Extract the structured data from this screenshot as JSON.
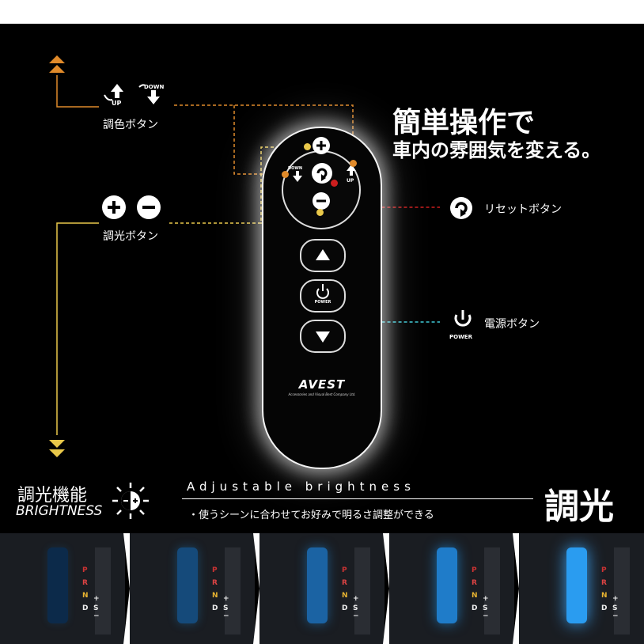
{
  "headline": {
    "line1": "簡単操作で",
    "line2": "車内の雰囲気を変える。"
  },
  "labels": {
    "color_button": "調色ボタン",
    "dimmer_button": "調光ボタン",
    "reset_button": "リセットボタン",
    "power_button": "電源ボタン"
  },
  "icons": {
    "up": "UP",
    "down": "DOWN",
    "power": "POWER"
  },
  "remote": {
    "brand": "AVEST",
    "brand_sub": "Accessories and Visual Best Company Ltd.",
    "power_text": "POWER",
    "down_small": "DOWN",
    "up_small": "UP"
  },
  "brightness": {
    "title_jp": "調光機能",
    "title_en": "BRIGHTNESS",
    "subtitle": "Adjustable brightness",
    "description": "・使うシーンに合わせてお好みで明るさ調整ができる",
    "big_title": "調光"
  },
  "gear_panels": [
    {
      "p": "P",
      "r": "R",
      "n": "N",
      "d": "D",
      "s": "S",
      "plus": "+",
      "minus": "−"
    },
    {
      "p": "P",
      "r": "R",
      "n": "N",
      "d": "D",
      "s": "S",
      "plus": "+",
      "minus": "−"
    },
    {
      "p": "P",
      "r": "R",
      "n": "N",
      "d": "D",
      "s": "S",
      "plus": "+",
      "minus": "−"
    },
    {
      "p": "P",
      "r": "R",
      "n": "N",
      "d": "D",
      "s": "S",
      "plus": "+",
      "minus": "−"
    },
    {
      "p": "P",
      "r": "R",
      "n": "N",
      "d": "D",
      "s": "S",
      "plus": "+",
      "minus": "−"
    }
  ],
  "colors": {
    "background": "#000000",
    "orange": "#e08a2a",
    "yellow": "#e9c84a",
    "red": "#cc1e1e",
    "cyan": "#3fc9d6",
    "ambient_blue": "#1e8ee0"
  }
}
